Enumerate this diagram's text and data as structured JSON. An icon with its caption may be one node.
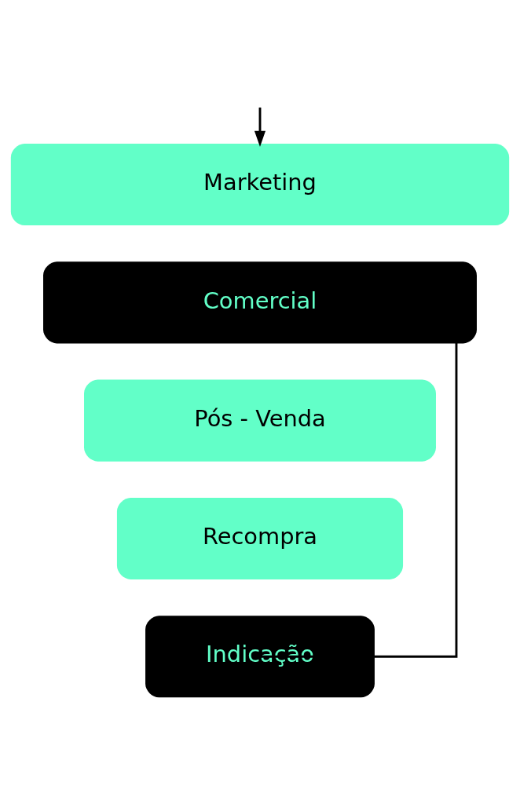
{
  "diagram": {
    "nodes": [
      {
        "text": [
          "Marketing"
        ]
      },
      {
        "text": [
          "Comercial"
        ]
      },
      {
        "text": [
          "Pós - Venda"
        ]
      },
      {
        "text": [
          "Recompra"
        ]
      },
      {
        "text": [
          "Indicação"
        ]
      }
    ],
    "edges": [
      {
        "from": null,
        "to": 0,
        "arrow": "to"
      },
      {
        "from": 4,
        "to": 1,
        "arrow": "none"
      }
    ]
  }
}
